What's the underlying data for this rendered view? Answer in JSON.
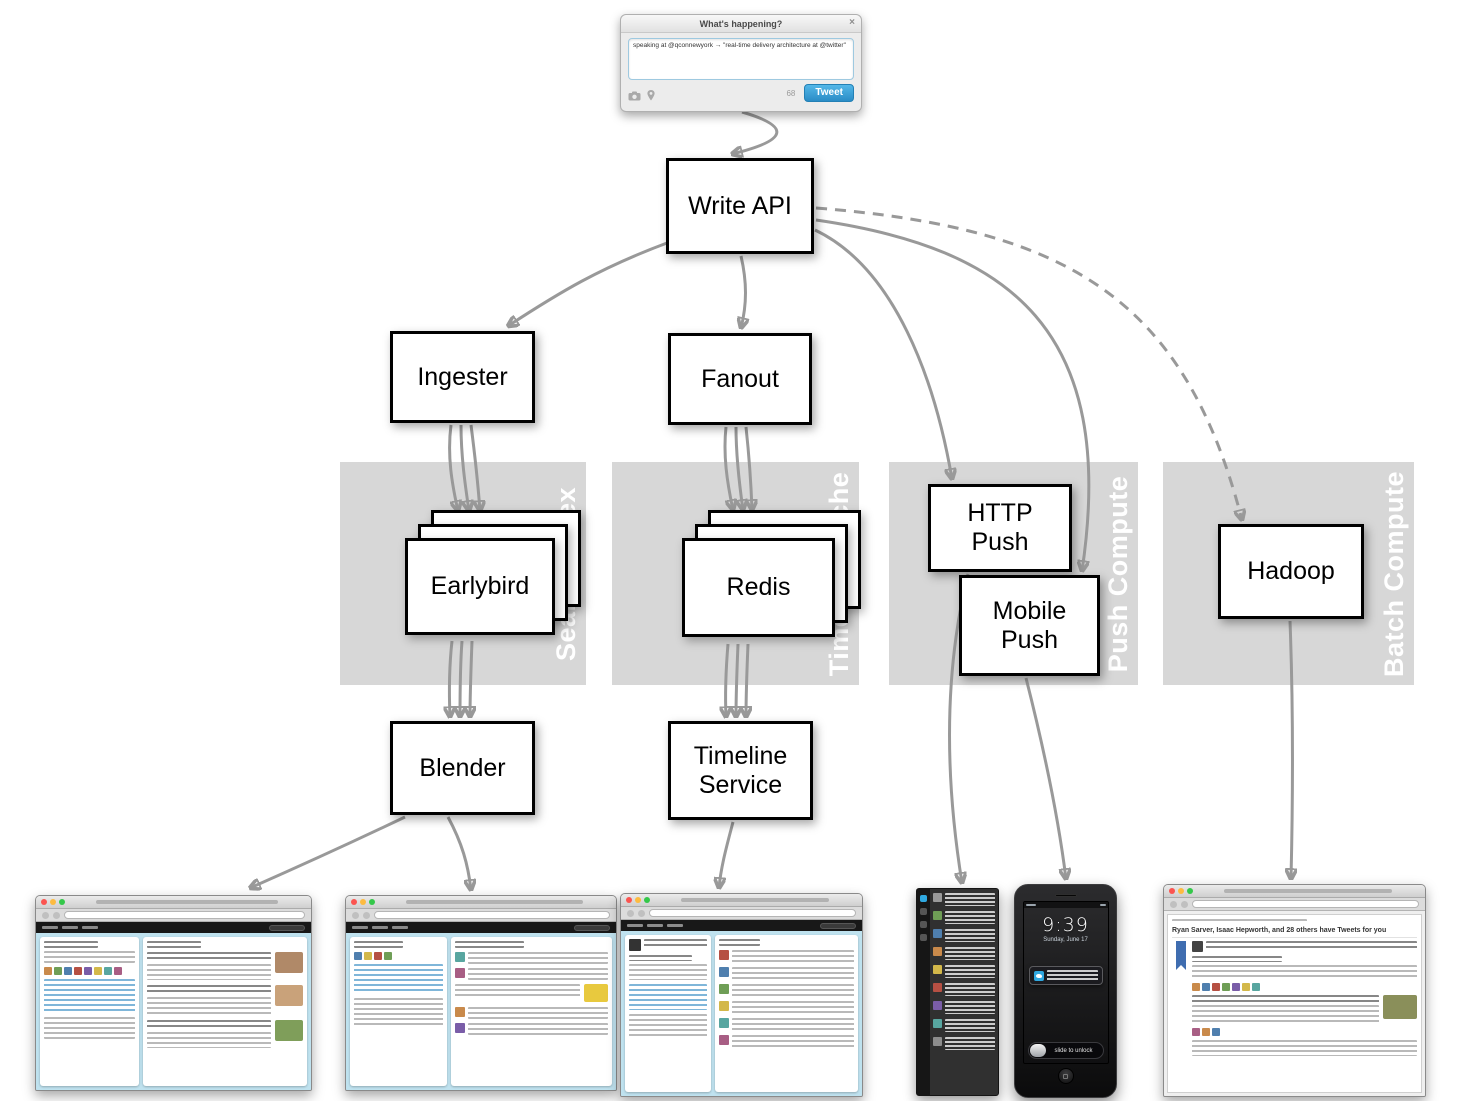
{
  "compose": {
    "title": "What's happening?",
    "close": "×",
    "text": "speaking at @qconnewyork → \"real-time delivery architecture at @twitter\"",
    "char_count": "68",
    "tweet_button": "Tweet"
  },
  "nodes": {
    "write_api": "Write API",
    "ingester": "Ingester",
    "fanout": "Fanout",
    "earlybird": "Earlybird",
    "redis": "Redis",
    "http_push": "HTTP Push",
    "mobile_push": "Mobile Push",
    "hadoop": "Hadoop",
    "blender": "Blender",
    "timeline_service": "Timeline Service"
  },
  "zones": {
    "search_index": "Search Index",
    "timeline_cache": "Timeline Cache",
    "push_compute": "Push Compute",
    "batch_compute": "Batch Compute"
  },
  "phone": {
    "time": "9:39",
    "date": "Sunday, June 17",
    "slider": "slide to unlock"
  },
  "email": {
    "subject": "Ryan Sarver, Isaac Hepworth, and 28 others have Tweets for you"
  },
  "edges": [
    {
      "from": "compose_box",
      "to": "write_api",
      "style": "solid"
    },
    {
      "from": "write_api",
      "to": "ingester",
      "style": "solid"
    },
    {
      "from": "write_api",
      "to": "fanout",
      "style": "solid"
    },
    {
      "from": "write_api",
      "to": "http_push",
      "style": "solid"
    },
    {
      "from": "write_api",
      "to": "mobile_push",
      "style": "solid"
    },
    {
      "from": "write_api",
      "to": "hadoop",
      "style": "dashed"
    },
    {
      "from": "ingester",
      "to": "earlybird",
      "style": "multi"
    },
    {
      "from": "earlybird",
      "to": "blender",
      "style": "multi"
    },
    {
      "from": "fanout",
      "to": "redis",
      "style": "multi"
    },
    {
      "from": "redis",
      "to": "timeline_service",
      "style": "multi"
    },
    {
      "from": "blender",
      "to": "web_screenshot_1",
      "style": "solid"
    },
    {
      "from": "blender",
      "to": "web_screenshot_2",
      "style": "solid"
    },
    {
      "from": "timeline_service",
      "to": "web_screenshot_3",
      "style": "solid"
    },
    {
      "from": "http_push",
      "to": "mac_client",
      "style": "solid"
    },
    {
      "from": "mobile_push",
      "to": "iphone",
      "style": "solid"
    },
    {
      "from": "hadoop",
      "to": "email_digest",
      "style": "solid"
    }
  ],
  "colors": {
    "zone_gray": "#d7d7d7",
    "arrow_gray": "#999999",
    "twitter_blue": "#35a0d8",
    "content_blue": "#bfe2ef"
  }
}
